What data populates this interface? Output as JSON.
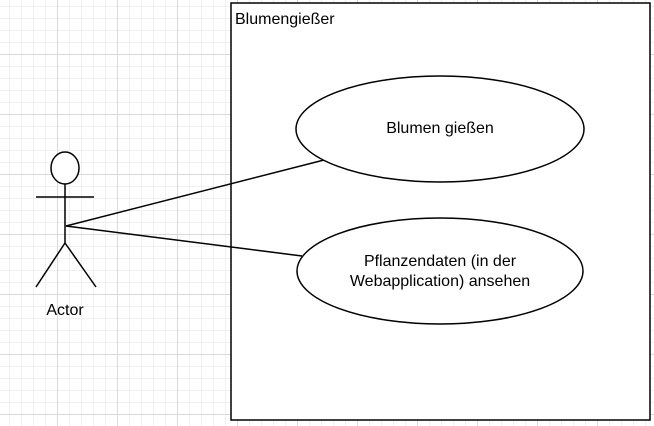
{
  "diagram": {
    "type": "use-case",
    "system": {
      "title": "Blumengießer"
    },
    "actor": {
      "label": "Actor"
    },
    "use_cases": [
      {
        "label": "Blumen gießen"
      },
      {
        "label": "Pflanzendaten (in der Webapplication) ansehen"
      }
    ],
    "associations": [
      {
        "from": "Actor",
        "to": "Blumen gießen"
      },
      {
        "from": "Actor",
        "to": "Pflanzendaten (in der Webapplication) ansehen"
      }
    ]
  },
  "colors": {
    "stroke": "#000000",
    "fill": "#ffffff",
    "grid": "#d9d9d9"
  }
}
